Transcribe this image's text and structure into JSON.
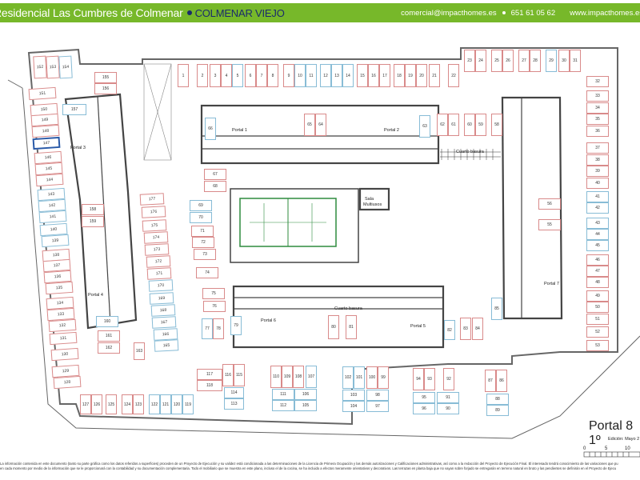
{
  "header": {
    "title": "Residencial Las Cumbres de Colmenar",
    "city": "COLMENAR VIEJO",
    "email": "comercial@impacthomes.es",
    "phone": "651 61 05 62",
    "website": "www.impacthomes.es",
    "bar_color": "#77b82a",
    "city_color": "#1a2b6b"
  },
  "colors": {
    "standard_space": "#d98a8a",
    "small_space": "#88bcd6",
    "selected_space": "#2a5aa8",
    "wall": "#555555",
    "court": "#2e8b3e"
  },
  "spaces": {
    "top_row": [
      "1",
      "2",
      "3",
      "4",
      "5",
      "6",
      "7",
      "8",
      "9",
      "10",
      "11",
      "12",
      "13",
      "14",
      "15",
      "16",
      "17",
      "18",
      "19",
      "20",
      "21",
      "22"
    ],
    "top_row_small": [
      "5",
      "10",
      "11",
      "12",
      "13",
      "14"
    ],
    "top_right": [
      "23",
      "24",
      "25",
      "26",
      "27",
      "28",
      "29",
      "30",
      "31"
    ],
    "right_column": [
      "32",
      "33",
      "34",
      "35",
      "36",
      "37",
      "38",
      "39",
      "40",
      "41",
      "42",
      "43",
      "44",
      "45",
      "46",
      "47",
      "48",
      "49",
      "50",
      "51",
      "52",
      "53"
    ],
    "left_top": [
      "152",
      "153",
      "154"
    ],
    "left_column": [
      "151",
      "150",
      "149",
      "148",
      "147",
      "146",
      "145",
      "144",
      "143",
      "142",
      "141",
      "140",
      "139",
      "138",
      "137",
      "136",
      "135",
      "134",
      "133",
      "132",
      "131",
      "130",
      "129",
      "128"
    ],
    "bottom_left": [
      "127",
      "126",
      "125",
      "124",
      "123",
      "122",
      "121",
      "120",
      "119"
    ],
    "bottom_misc": [
      "117",
      "118",
      "116",
      "115",
      "114",
      "113",
      "110",
      "109",
      "108",
      "107",
      "111",
      "112",
      "106",
      "105",
      "102",
      "101",
      "100",
      "99",
      "103",
      "104",
      "98",
      "97",
      "94",
      "93",
      "92",
      "95",
      "96",
      "91",
      "90",
      "87",
      "86",
      "88",
      "89"
    ],
    "inner_left": [
      "155",
      "156",
      "157",
      "158",
      "159",
      "160",
      "161",
      "162",
      "163"
    ],
    "inner_column": [
      "177",
      "176",
      "175",
      "174",
      "173",
      "172",
      "171",
      "170",
      "169",
      "168",
      "167",
      "166",
      "165"
    ],
    "center_left": [
      "69",
      "70",
      "71",
      "72",
      "73",
      "74",
      "75",
      "76",
      "77",
      "78",
      "79",
      "68",
      "67",
      "66"
    ],
    "center_north": [
      "65",
      "64",
      "63",
      "62",
      "61",
      "60",
      "59",
      "58"
    ],
    "center_south": [
      "80",
      "81",
      "82",
      "83",
      "84",
      "85"
    ],
    "right_inner": [
      "56",
      "55"
    ],
    "selected": "147"
  },
  "labels": {
    "portal_1": "Portal 1",
    "portal_2": "Portal 2",
    "portal_3": "Portal 3",
    "portal_4": "Portal 4",
    "portal_5": "Portal 5",
    "portal_6": "Portal 6",
    "portal_7": "Portal 7",
    "cuarto_basura_north": "Cuarto basura",
    "cuarto_basura_south": "Cuarto basura",
    "sala": "Sala",
    "multiusos": "Multiusos"
  },
  "footer": {
    "portal_title": "Portal 8   1º",
    "edition": "Edición: Mayo 2",
    "scale_ticks": [
      "0",
      "5",
      "10"
    ],
    "legal_line_1": "La información contenida en este documento (tanto su parte gráfica como los datos referidos a superficies) proceden de un Proyecto de Ejecución y su validez está condicionada a las determinaciones de la Licencia de Primera Ocupación y las demás autorizaciones y Calificaciones administrativas, así como a la redacción del Proyecto de Ejecución Final. El interesado tendrá conocimiento de las variaciones que pu",
    "legal_line_2": "en cada momento por medio de la información que se le proporcionará con la contabilidad y su documentación complementaria. Todo el mobiliario que se muestra en este plano, incluso el de la cocina, se ha incluido a efectos meramente orientativos y decorativos. Las terrazas en planta baja que no vayan sobre forjado se entregarán en terreno natural en bruto y las pendientes se definirán en el Proyecto de Ejecu"
  }
}
